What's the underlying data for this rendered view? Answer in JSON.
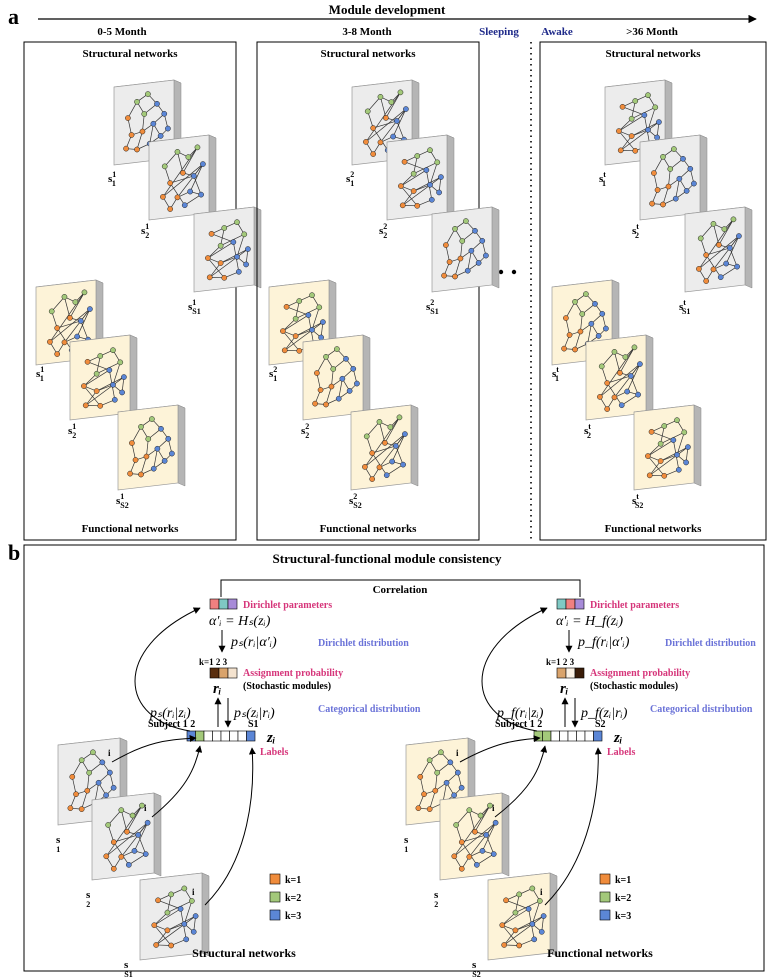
{
  "panel_a": {
    "letter": "a",
    "arrow_label": "Module development",
    "phase_sleeping": "Sleeping",
    "phase_awake": "Awake",
    "age_groups": [
      {
        "label": "0-5 Month",
        "sup": "1"
      },
      {
        "label": "3-8 Month",
        "sup": "2"
      },
      {
        "label": ">36 Month",
        "sup": "t"
      }
    ],
    "structural_title": "Structural networks",
    "functional_title": "Functional networks",
    "sub_1": "1",
    "sub_2": "2",
    "sub_s1": "S1",
    "sub_s2": "S2"
  },
  "panel_b": {
    "letter": "b",
    "title": "Structural-functional module consistency",
    "correlation": "Correlation",
    "dirichlet_parameters": "Dirichlet parameters",
    "dirichlet_distribution": "Dirichlet distribution",
    "assignment_probability": "Assignment probability",
    "stochastic_modules": "(Stochastic modules)",
    "categorical_distribution": "Categorical distribution",
    "labels": "Labels",
    "k_header": "k=1 2 3",
    "subject_label": "Subject 1 2",
    "end_s1": "S1",
    "end_s2": "S2",
    "node_i": "i",
    "legend": [
      "k=1",
      "k=2",
      "k=3"
    ],
    "structural_networks": "Structural networks",
    "functional_networks": "Functional networks",
    "left": {
      "alpha_lhs": "α′ᵢ = Hₛ(zᵢ)",
      "p_dir": "pₛ(rᵢ|α′ᵢ)",
      "p_rz": "pₛ(rᵢ|zᵢ)",
      "p_zr": "pₛ(zᵢ|rᵢ)"
    },
    "right": {
      "alpha_lhs": "α′ᵢ = H_f(zᵢ)",
      "p_dir": "p_f(rᵢ|α′ᵢ)",
      "p_rz": "p_f(rᵢ|zᵢ)",
      "p_zr": "p_f(zᵢ|rᵢ)"
    },
    "r_label": "rᵢ",
    "z_label": "zᵢ"
  },
  "colors": {
    "orange": "#f08c3c",
    "green": "#a3c97a",
    "blue": "#5b86d6",
    "struct_plate": "#ececec",
    "func_plate": "#fdf3d8",
    "pink_label": "#d6357a",
    "blue_label": "#6b73d8",
    "navy": "#1f2a8a"
  }
}
